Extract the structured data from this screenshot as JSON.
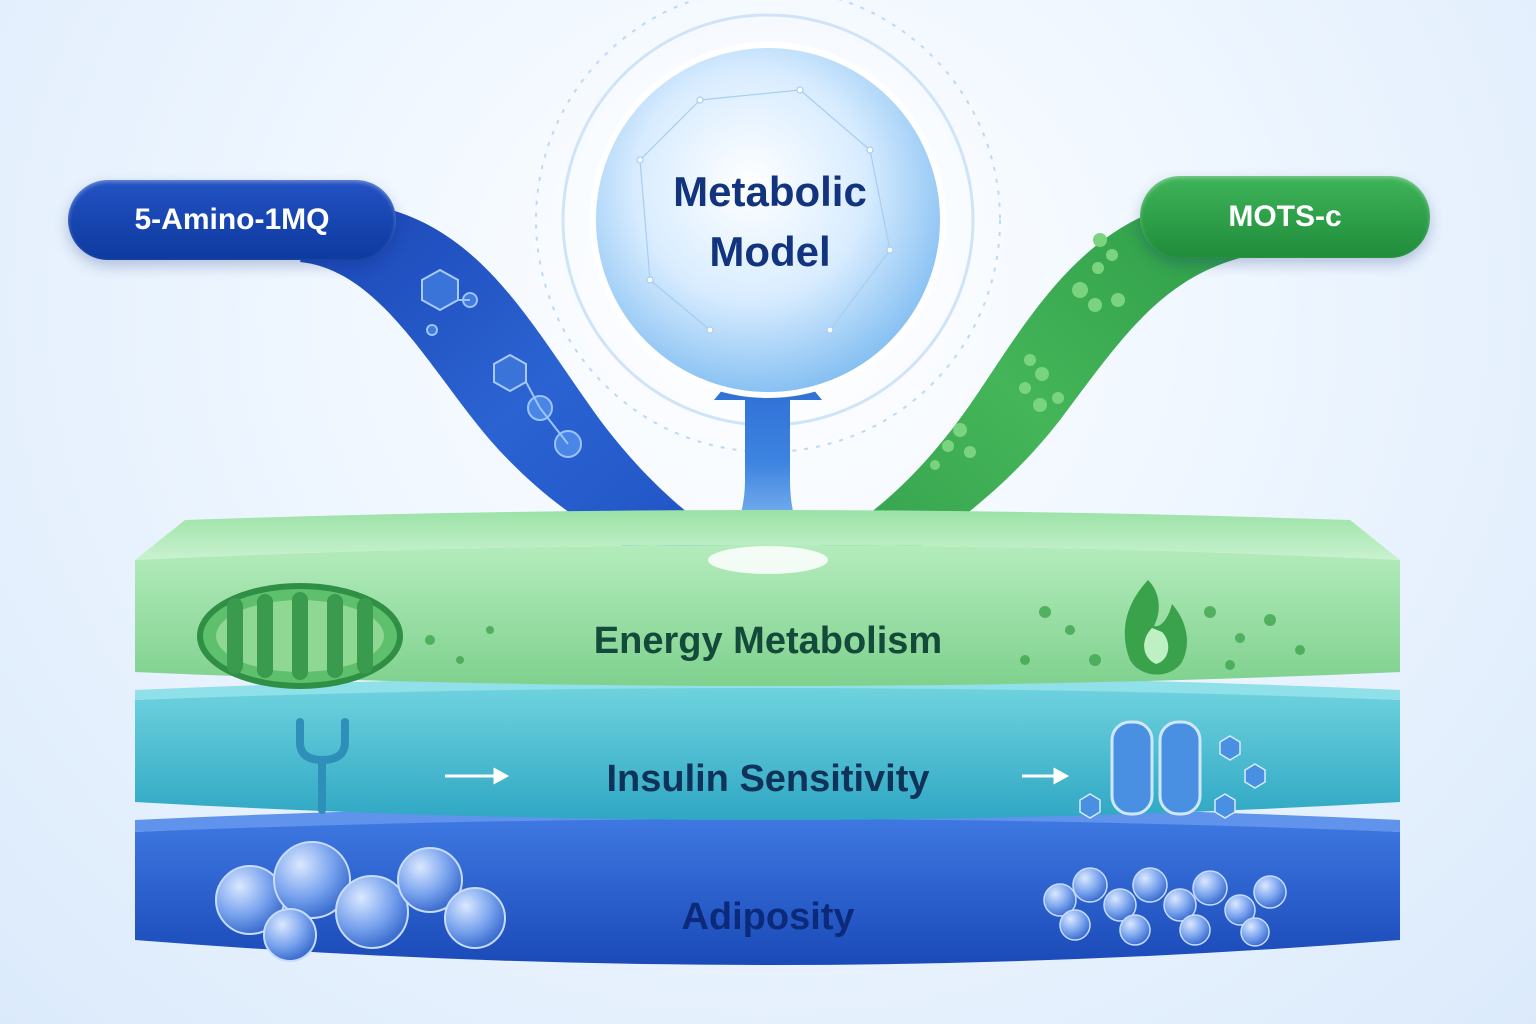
{
  "title_lines": [
    "Metabolic",
    "Model"
  ],
  "inputs": {
    "left": {
      "label": "5-Amino-1MQ",
      "color": "#1a47b8"
    },
    "right": {
      "label": "MOTS-c",
      "color": "#2fa04b"
    }
  },
  "layers": [
    {
      "label": "Energy Metabolism",
      "color": "#8fdc9a",
      "left_icon": "mitochondrion-icon",
      "right_icon": "flame-icon"
    },
    {
      "label": "Insulin Sensitivity",
      "color": "#4fc6d6",
      "left_icon": "insulin-receptor-icon",
      "right_icon": "glucose-transporter-icon"
    },
    {
      "label": "Adiposity",
      "color": "#2a62d6",
      "left_icon": "large-fat-cells-icon",
      "right_icon": "small-fat-cells-icon"
    }
  ]
}
